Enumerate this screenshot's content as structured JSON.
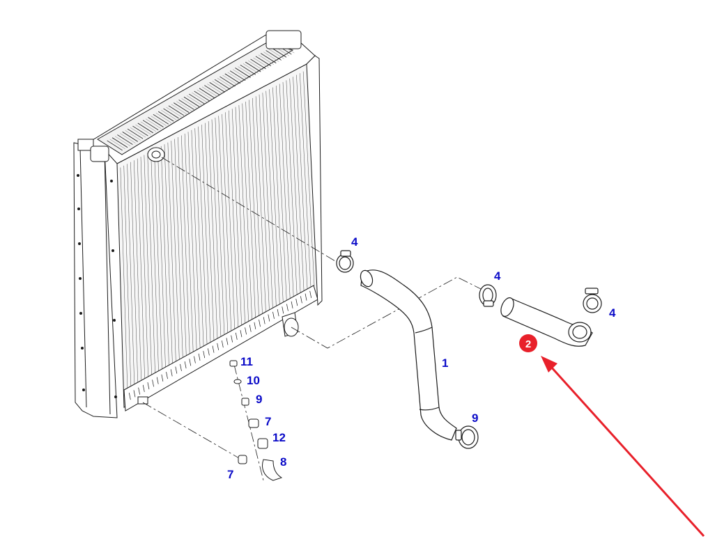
{
  "colors": {
    "line": "#1a1a1a",
    "label": "#0b0bc8",
    "highlight": "#e8202a",
    "badge_text": "#ffffff"
  },
  "labels": {
    "hose_upper_clamp": "4",
    "hose_1": "1",
    "clamp_4_mid": "4",
    "clamp_4_right": "4",
    "part_11": "11",
    "part_10": "10",
    "part_9_small": "9",
    "part_7_upper": "7",
    "part_12": "12",
    "part_8": "8",
    "part_7_lower": "7",
    "clamp_9": "9"
  },
  "highlight_badge": "2"
}
